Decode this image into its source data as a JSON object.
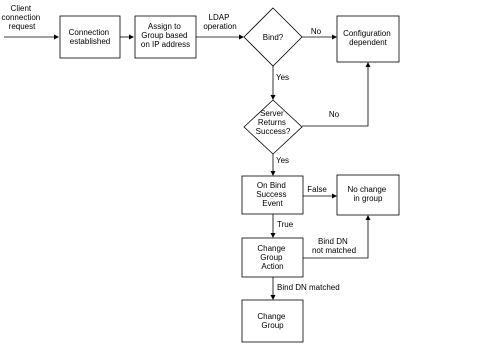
{
  "diagram": {
    "nodes": {
      "client_request": [
        "Client",
        "connection",
        "request"
      ],
      "connection_established": [
        "Connection",
        "established"
      ],
      "assign_group": [
        "Assign to",
        "Group based",
        "on IP address"
      ],
      "bind_decision": [
        "Bind?"
      ],
      "configuration_dependent": [
        "Configuration",
        "dependent"
      ],
      "server_returns": [
        "Server",
        "Returns",
        "Success?"
      ],
      "on_bind_success": [
        "On Bind",
        "Success",
        "Event"
      ],
      "no_change": [
        "No change",
        "in group"
      ],
      "change_group_action": [
        "Change",
        "Group",
        "Action"
      ],
      "change_group": [
        "Change",
        "Group"
      ]
    },
    "edge_labels": {
      "ldap": [
        "LDAP",
        "operation"
      ],
      "bind_no": [
        "No"
      ],
      "bind_yes": [
        "Yes"
      ],
      "server_no": [
        "No"
      ],
      "server_yes": [
        "Yes"
      ],
      "false_label": [
        "False"
      ],
      "true_label": [
        "True"
      ],
      "bind_dn_not_matched": [
        "Bind DN",
        "not matched"
      ],
      "bind_dn_matched": [
        "Bind DN matched"
      ]
    }
  }
}
